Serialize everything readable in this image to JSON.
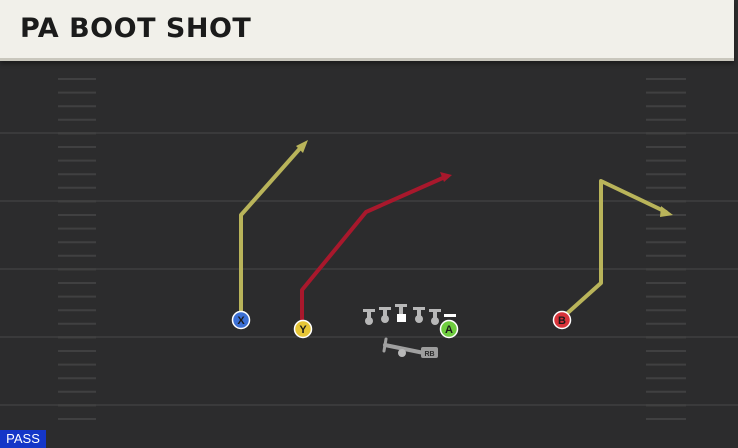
{
  "header": {
    "title": "PA BOOT SHOT"
  },
  "players": {
    "x": {
      "label": "X",
      "color": "#3b6fd4"
    },
    "y": {
      "label": "Y",
      "color": "#e7c637"
    },
    "a": {
      "label": "A",
      "color": "#6fcd3f"
    },
    "b": {
      "label": "B",
      "color": "#d8343a"
    },
    "rb": {
      "label": "RB"
    }
  },
  "routes": {
    "yellow_color": "#b9b45a",
    "red_color": "#a8182c"
  },
  "badge": {
    "label": "PASS",
    "color": "#1436c8"
  }
}
